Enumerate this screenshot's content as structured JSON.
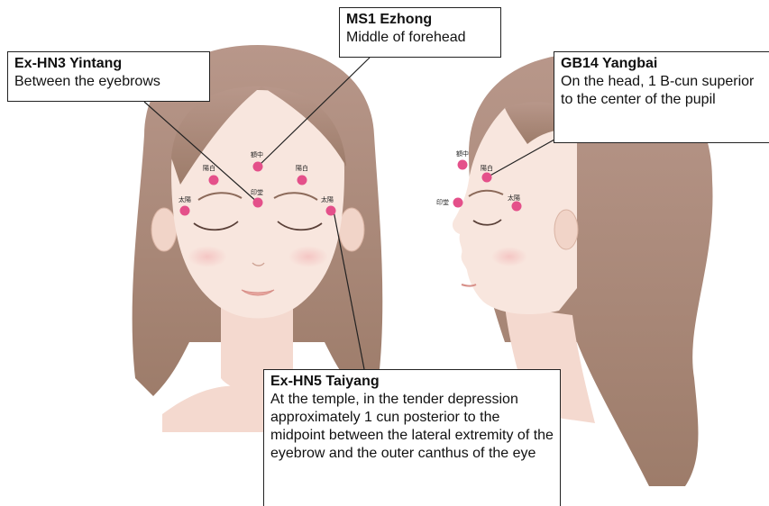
{
  "callouts": {
    "ms1": {
      "title": "MS1 Ezhong",
      "desc": "Middle of forehead"
    },
    "yintang": {
      "title": "Ex-HN3 Yintang",
      "desc": "Between the eyebrows"
    },
    "yangbai": {
      "title": "GB14 Yangbai",
      "desc": "On the head, 1 B-cun superior to the center of the pupil"
    },
    "taiyang": {
      "title": "Ex-HN5 Taiyang",
      "desc": "At the temple, in the tender depression approximately 1 cun posterior to the midpoint between the lateral extremity of the eyebrow and the outer canthus of the eye"
    }
  },
  "point_labels": {
    "ezhong": "額中",
    "yangbai": "陽白",
    "yintang": "印堂",
    "taiyang": "太陽"
  },
  "colors": {
    "point": "#e4508a",
    "hair": "#a98774",
    "skin": "#f8e6de",
    "line": "#222222"
  }
}
